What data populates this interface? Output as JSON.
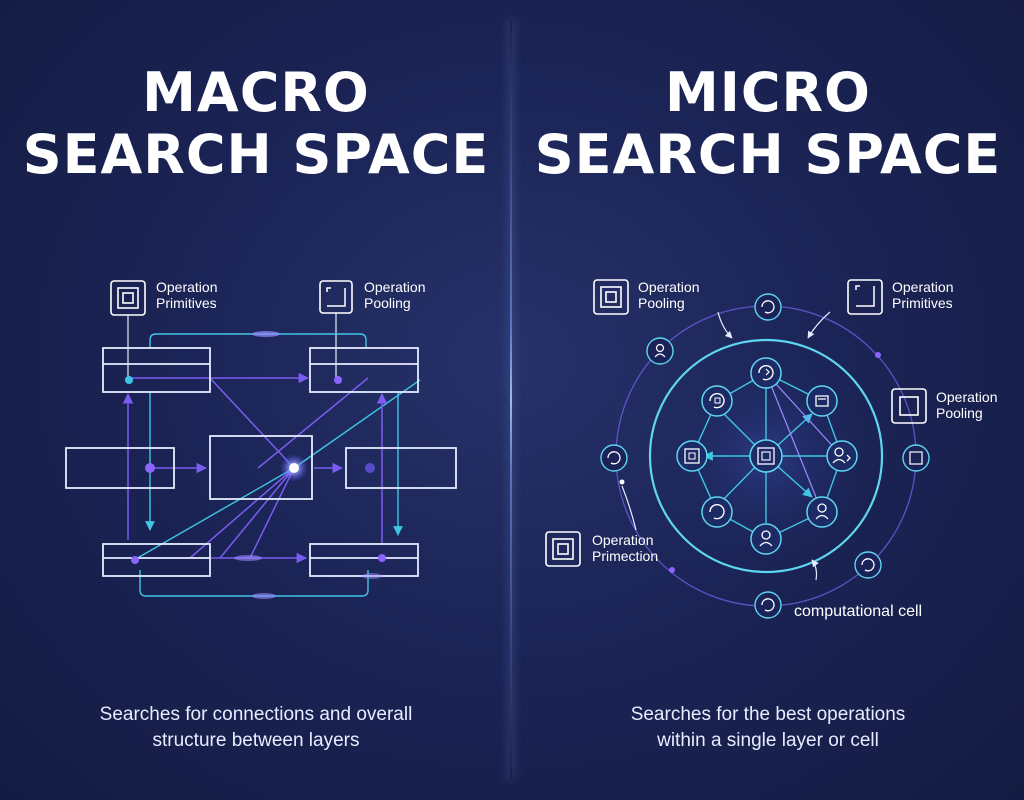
{
  "macro": {
    "title_line1": "MACRO",
    "title_line2": "SEARCH SPACE",
    "legend": [
      {
        "line1": "Operation",
        "line2": "Primitives",
        "icon": "concentric-square-icon"
      },
      {
        "line1": "Operation",
        "line2": "Pooling",
        "icon": "corner-square-icon"
      }
    ],
    "caption_line1": "Searches for connections and overall",
    "caption_line2": "structure between layers"
  },
  "micro": {
    "title_line1": "MICRO",
    "title_line2": "SEARCH SPACE",
    "legend": [
      {
        "line1": "Operation",
        "line2": "Pooling",
        "icon": "concentric-square-icon"
      },
      {
        "line1": "Operation",
        "line2": "Primitives",
        "icon": "corner-square-icon"
      },
      {
        "line1": "Operation",
        "line2": "Pooling",
        "icon": "square-icon"
      },
      {
        "line1": "Operation",
        "line2": "Primection",
        "icon": "concentric-square-icon"
      }
    ],
    "cell_label": "computational cell",
    "caption_line1": "Searches for the best operations",
    "caption_line2": "within a single layer or cell"
  },
  "colors": {
    "background": "#1b2456",
    "line_white": "#e6ecff",
    "line_cyan": "#3fc6e6",
    "line_purple": "#7a5cf0",
    "node_dot": "#8a66ff"
  }
}
